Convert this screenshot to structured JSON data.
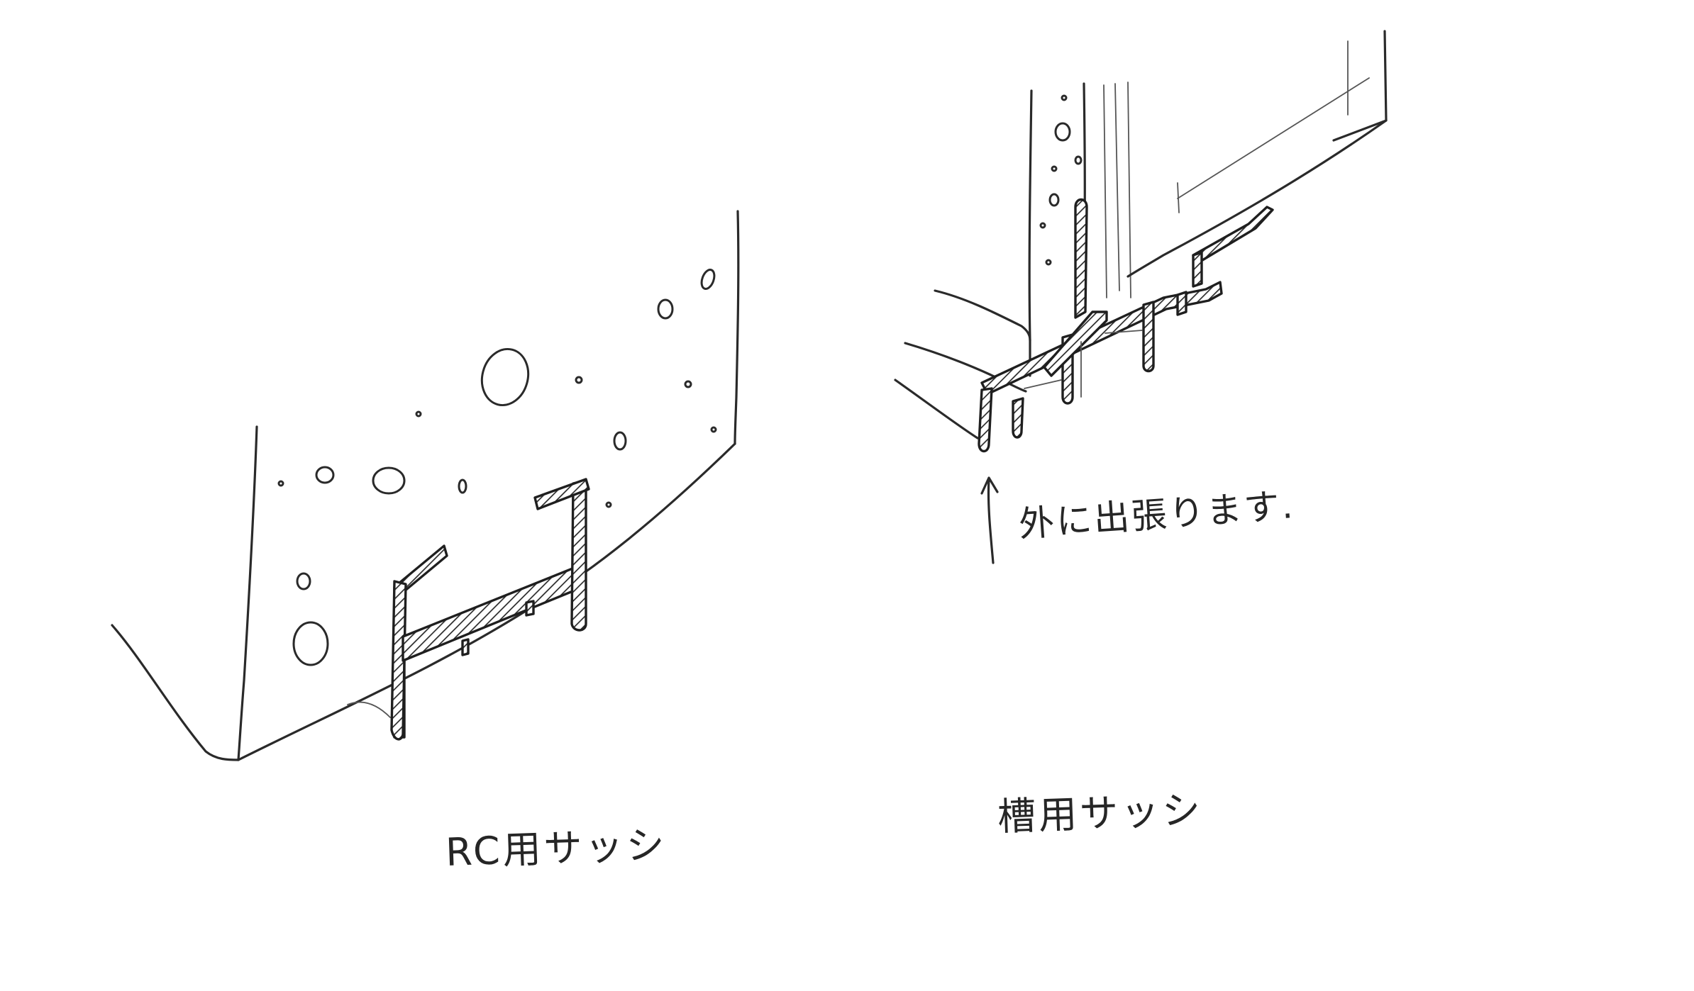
{
  "sketch": {
    "left_caption": "RC用サッシ",
    "right_caption": "槽用サッシ",
    "right_note": "外に出張ります."
  },
  "colors": {
    "ink": "#2a2a2a",
    "paper": "#ffffff"
  }
}
